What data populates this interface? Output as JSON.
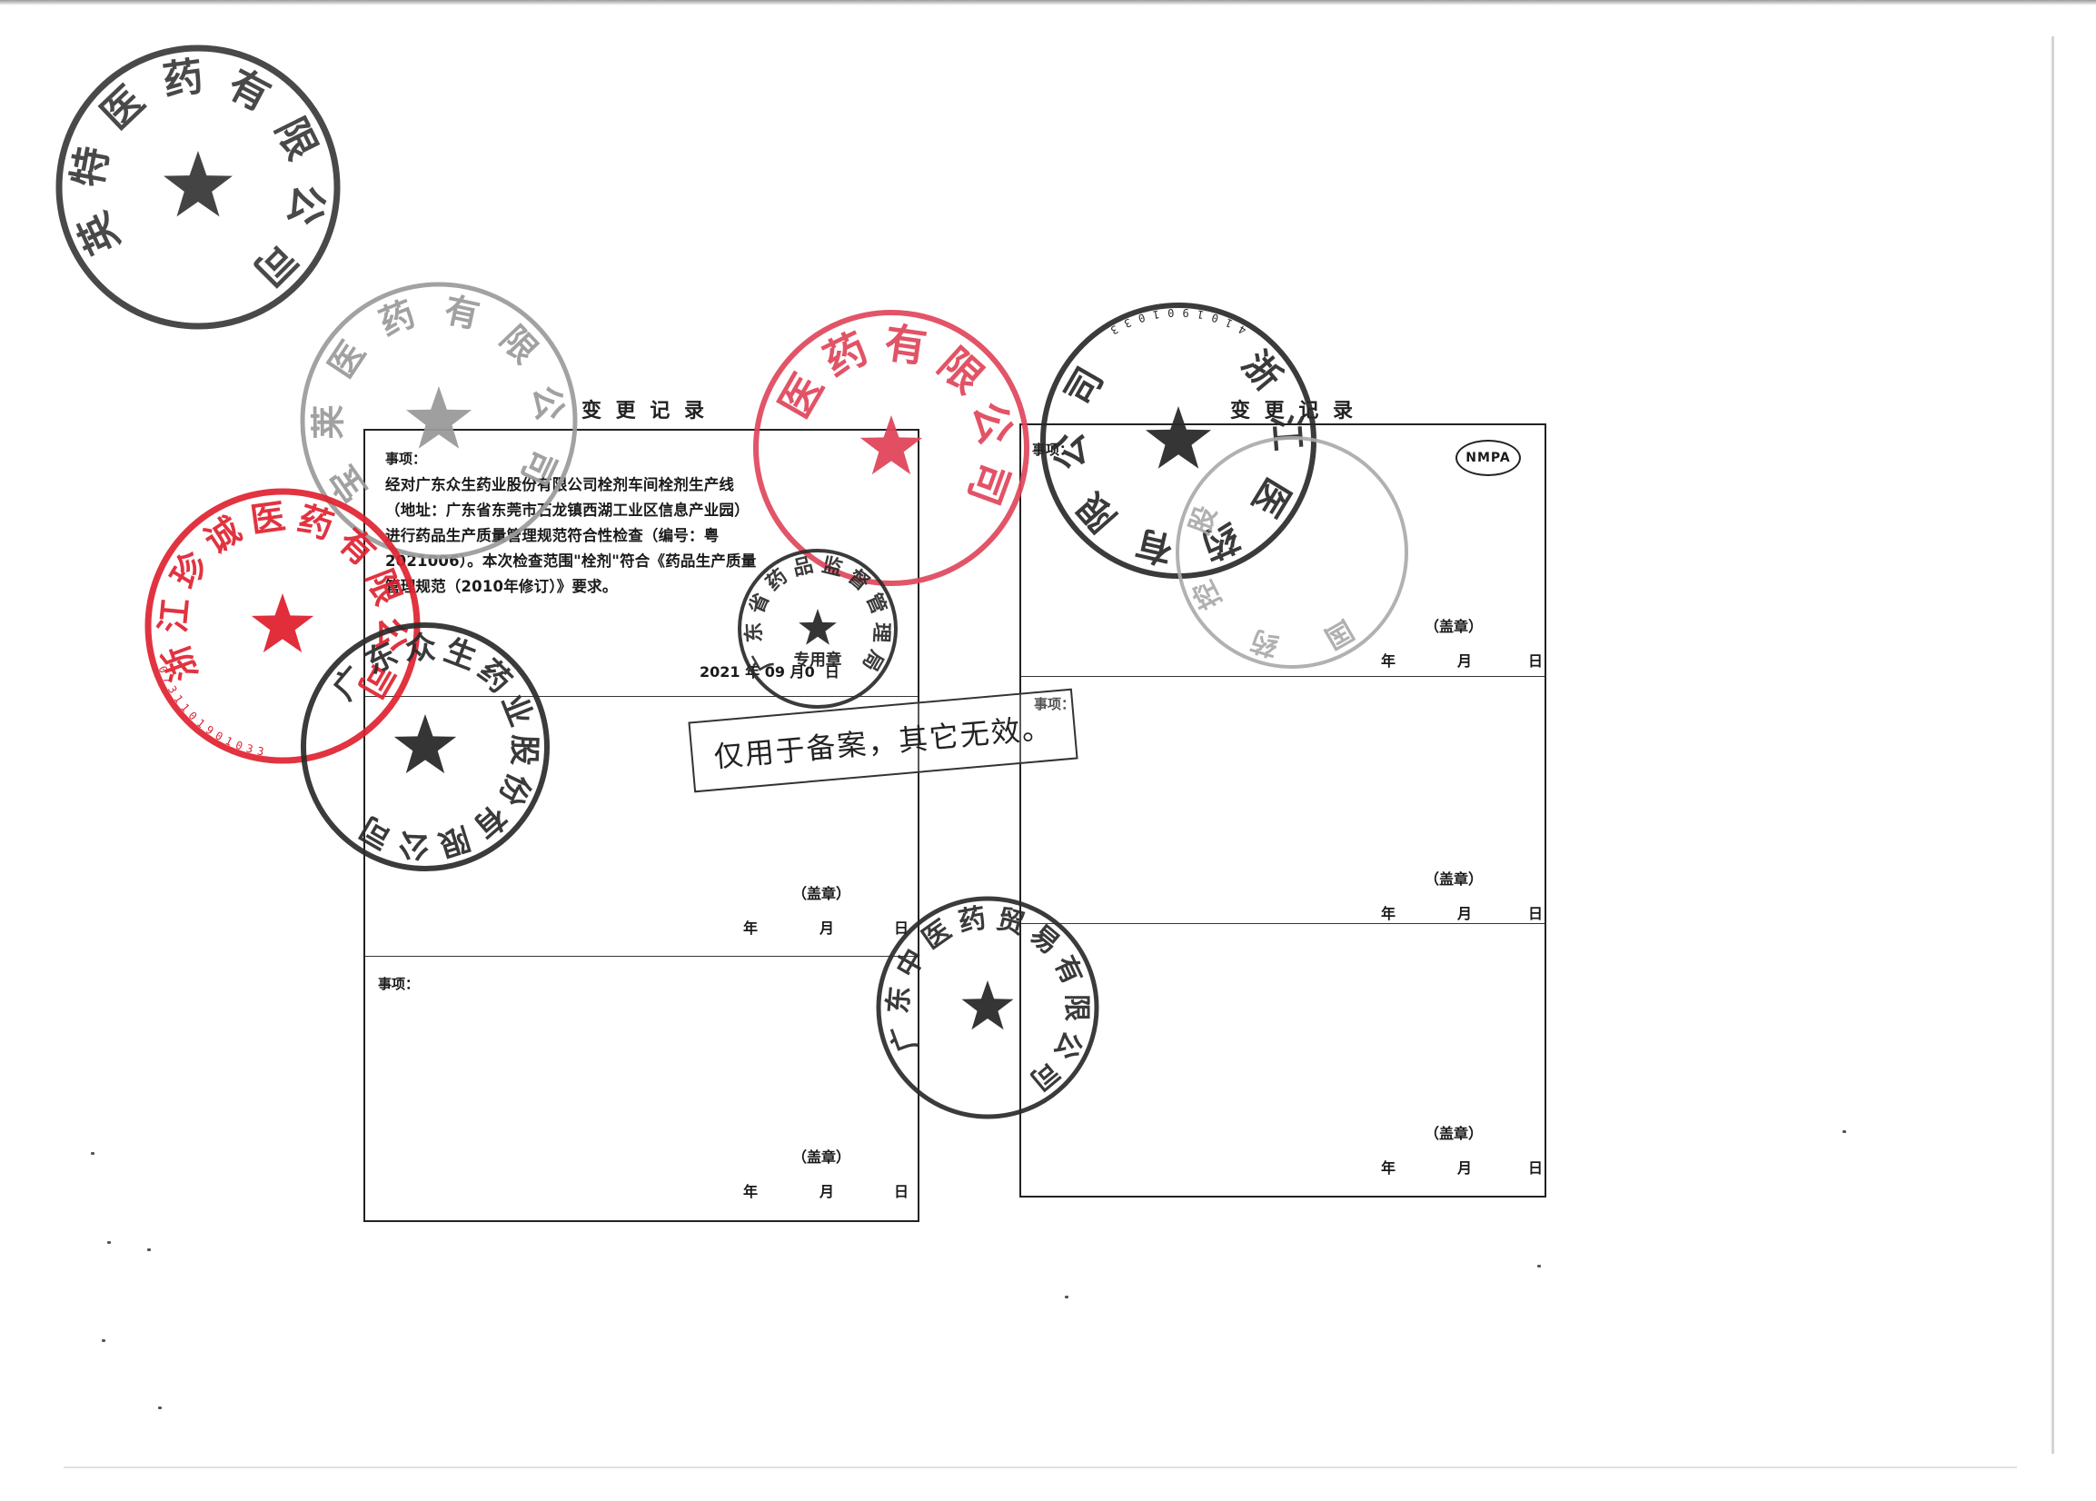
{
  "left_page": {
    "title": "变 更 记 录",
    "entry1": {
      "label": "事项：",
      "lines": [
        "经对广东众生药业股份有限公司栓剂车间栓剂生产线",
        "（地址：广东省东莞市石龙镇西湖工业区信息产业园）",
        "进行药品生产质量管理规范符合性检查（编号：粤",
        "2021006）。本次检查范围\"栓剂\"符合《药品生产质量",
        "管理规范（2010年修订）》要求。"
      ],
      "date_year": "2021",
      "date_month": "09",
      "date_day": "0",
      "year_label": "年",
      "month_label": "月",
      "day_label": "日"
    },
    "entry2": {
      "seal": "（盖章）",
      "year": "年",
      "month": "月",
      "day": "日"
    },
    "entry3": {
      "label": "事项：",
      "seal": "（盖章）",
      "year": "年",
      "month": "月",
      "day": "日"
    }
  },
  "right_page": {
    "title": "变 更 记 录",
    "badge": "NMPA",
    "entry1": {
      "label": "事项：",
      "seal": "（盖章）",
      "year": "年",
      "month": "月",
      "day": "日"
    },
    "entry2": {
      "label": "事项：",
      "seal": "（盖章）",
      "year": "年",
      "month": "月",
      "day": "日"
    },
    "entry3": {
      "seal": "（盖章）",
      "year": "年",
      "month": "月",
      "day": "日"
    }
  },
  "filing_note": "仅用于备案，其它无效。",
  "stamps": [
    {
      "id": "top-left",
      "text": "英特医药有限公司",
      "color": "#3a3a3a"
    },
    {
      "id": "grey-left",
      "text": "宝莱医药有限公司",
      "color": "#9a9a9a"
    },
    {
      "id": "red-center",
      "text": "医药有限公司",
      "color": "#e0455a"
    },
    {
      "id": "zhejiang-top",
      "text": "浙江医药有限公司",
      "code": "3301091014",
      "color": "#2a2a2a"
    },
    {
      "id": "grey-right",
      "text": "国药控股",
      "color": "#aaaaaa"
    },
    {
      "id": "red-zhejiang",
      "text": "浙江珍诚医药有限公司",
      "code": "3301091011370",
      "color": "#e02230"
    },
    {
      "id": "guangdong-zs",
      "text": "广东众生药业股份有限公司",
      "color": "#2a2a2a"
    },
    {
      "id": "fda-seal",
      "text": "广东省药品监督管理局",
      "sub": "专用章",
      "color": "#2a2a2a"
    },
    {
      "id": "trade-seal",
      "text": "广东中医药贸易有限公司",
      "color": "#2a2a2a"
    }
  ],
  "colors": {
    "ink": "#1a1a1a",
    "red": "#e02230",
    "pink": "#e0455a",
    "grey": "#9a9a9a"
  }
}
